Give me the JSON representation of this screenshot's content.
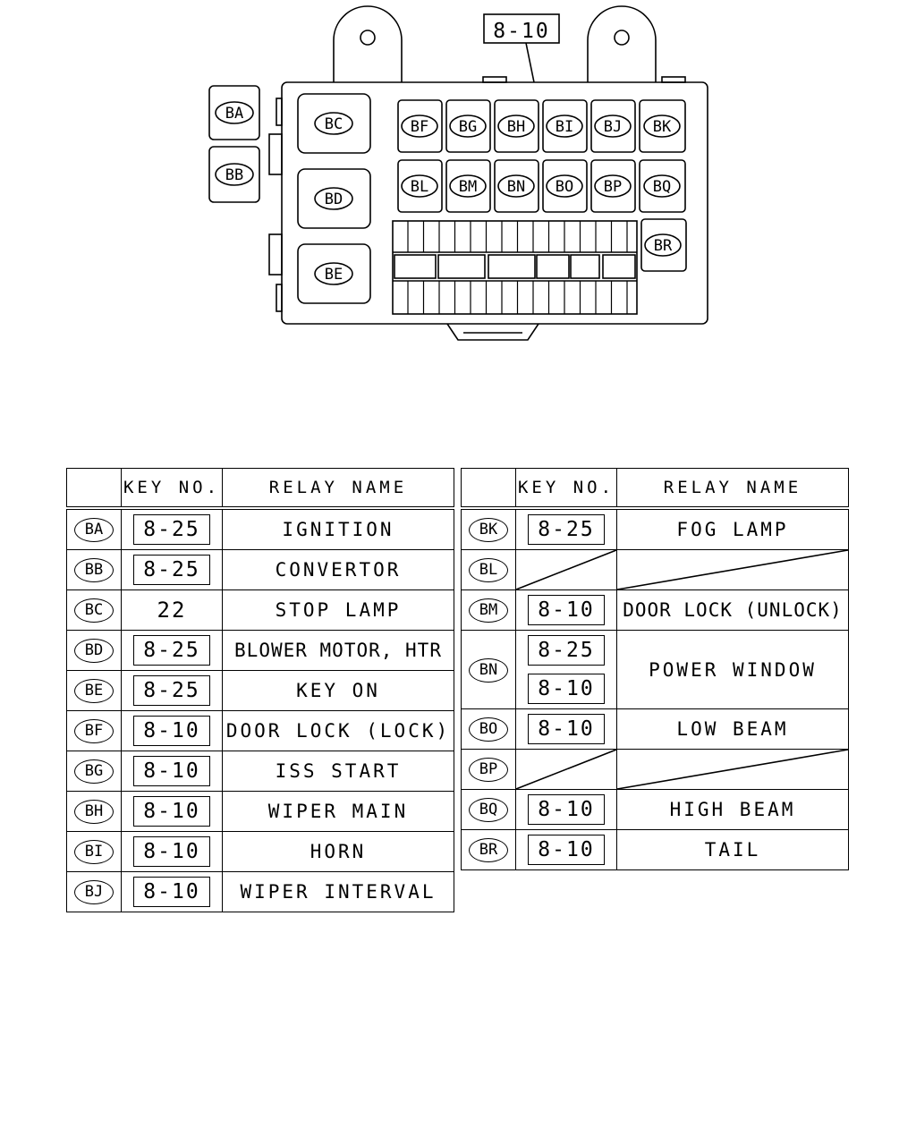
{
  "diagram": {
    "top_key": "8-10",
    "side_relays": [
      "BA",
      "BB"
    ],
    "large_relays": [
      "BC",
      "BD",
      "BE"
    ],
    "grid_row1": [
      "BF",
      "BG",
      "BH",
      "BI",
      "BJ",
      "BK"
    ],
    "grid_row2": [
      "BL",
      "BM",
      "BN",
      "BO",
      "BP",
      "BQ"
    ],
    "extra_relay": "BR"
  },
  "table_left": {
    "headers": [
      "",
      "KEY NO.",
      "RELAY NAME"
    ],
    "rows": [
      {
        "id": "BA",
        "keys": [
          "8-25"
        ],
        "name": "IGNITION"
      },
      {
        "id": "BB",
        "keys": [
          "8-25"
        ],
        "name": "CONVERTOR"
      },
      {
        "id": "BC",
        "key_plain": "22",
        "name": "STOP LAMP"
      },
      {
        "id": "BD",
        "keys": [
          "8-25"
        ],
        "name": "BLOWER MOTOR, HTR"
      },
      {
        "id": "BE",
        "keys": [
          "8-25"
        ],
        "name": "KEY ON"
      },
      {
        "id": "BF",
        "keys": [
          "8-10"
        ],
        "name": "DOOR LOCK (LOCK)"
      },
      {
        "id": "BG",
        "keys": [
          "8-10"
        ],
        "name": "ISS START"
      },
      {
        "id": "BH",
        "keys": [
          "8-10"
        ],
        "name": "WIPER MAIN"
      },
      {
        "id": "BI",
        "keys": [
          "8-10"
        ],
        "name": "HORN"
      },
      {
        "id": "BJ",
        "keys": [
          "8-10"
        ],
        "name": "WIPER INTERVAL"
      }
    ]
  },
  "table_right": {
    "headers": [
      "",
      "KEY NO.",
      "RELAY NAME"
    ],
    "rows": [
      {
        "id": "BK",
        "keys": [
          "8-25"
        ],
        "name": "FOG LAMP"
      },
      {
        "id": "BL",
        "empty": true
      },
      {
        "id": "BM",
        "keys": [
          "8-10"
        ],
        "name": "DOOR LOCK (UNLOCK)"
      },
      {
        "id": "BN",
        "keys": [
          "8-25",
          "8-10"
        ],
        "name": "POWER WINDOW"
      },
      {
        "id": "BO",
        "keys": [
          "8-10"
        ],
        "name": "LOW BEAM"
      },
      {
        "id": "BP",
        "empty": true
      },
      {
        "id": "BQ",
        "keys": [
          "8-10"
        ],
        "name": "HIGH BEAM"
      },
      {
        "id": "BR",
        "keys": [
          "8-10"
        ],
        "name": "TAIL"
      }
    ]
  }
}
